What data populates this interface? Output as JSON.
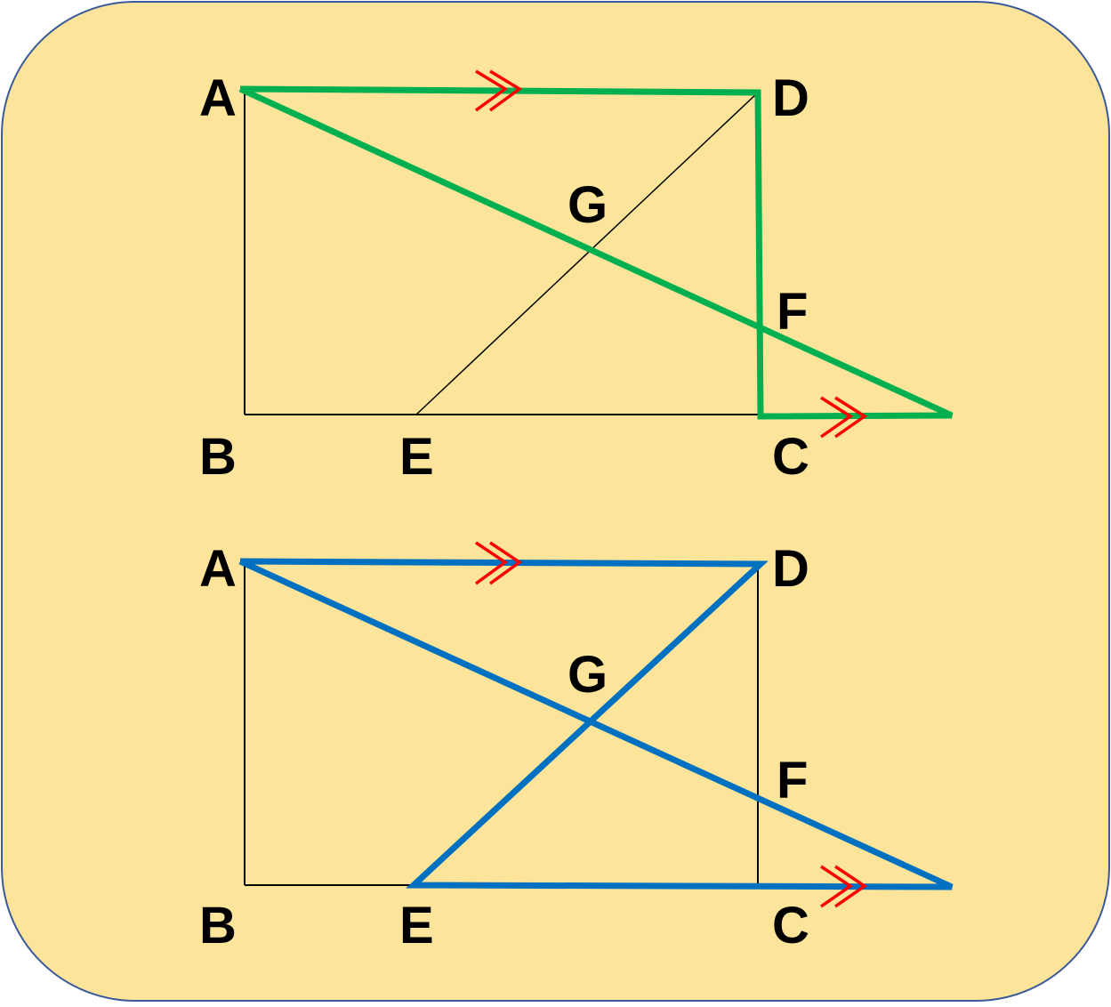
{
  "colors": {
    "background": "#FCE49A",
    "border": "#3B5A9A",
    "figure1_highlight": "#00B050",
    "figure2_highlight": "#0070C0",
    "parallel_mark": "#FF0000",
    "outline": "#000000"
  },
  "figures": [
    {
      "labels": {
        "A": "A",
        "B": "B",
        "C": "C",
        "D": "D",
        "E": "E",
        "F": "F",
        "G": "G"
      }
    },
    {
      "labels": {
        "A": "A",
        "B": "B",
        "C": "C",
        "D": "D",
        "E": "E",
        "F": "F",
        "G": "G"
      }
    }
  ]
}
